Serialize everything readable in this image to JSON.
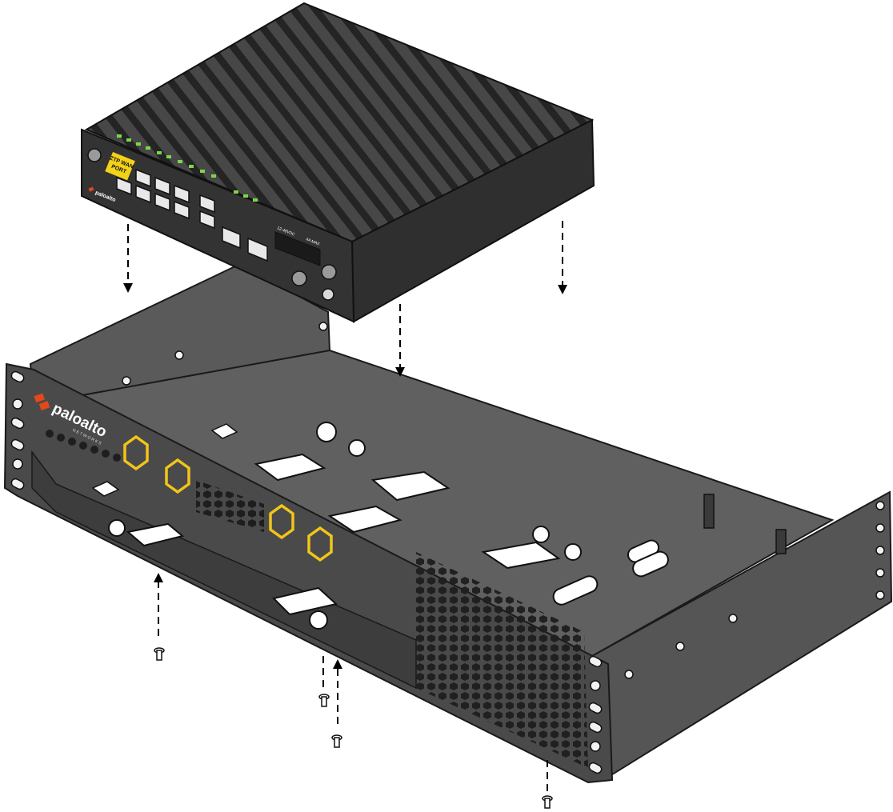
{
  "brand": {
    "tray_logo_text": "paloalto",
    "tray_logo_subtext": "NETWORKS",
    "device_logo_text": "paloalto",
    "logo_color": "#e2481b"
  },
  "device": {
    "ztp_label_line1": "ZTP WAN",
    "ztp_label_line2": "PORT",
    "power_rating": "12-48VDC",
    "current_rating": "4A MAX",
    "label_color": "#f3d21a",
    "led_color": "#7dd64a"
  },
  "colors": {
    "device_body": "#3a3a3a",
    "tray_body": "#505050",
    "grommet": "#f2c519",
    "arrow": "#000000"
  }
}
